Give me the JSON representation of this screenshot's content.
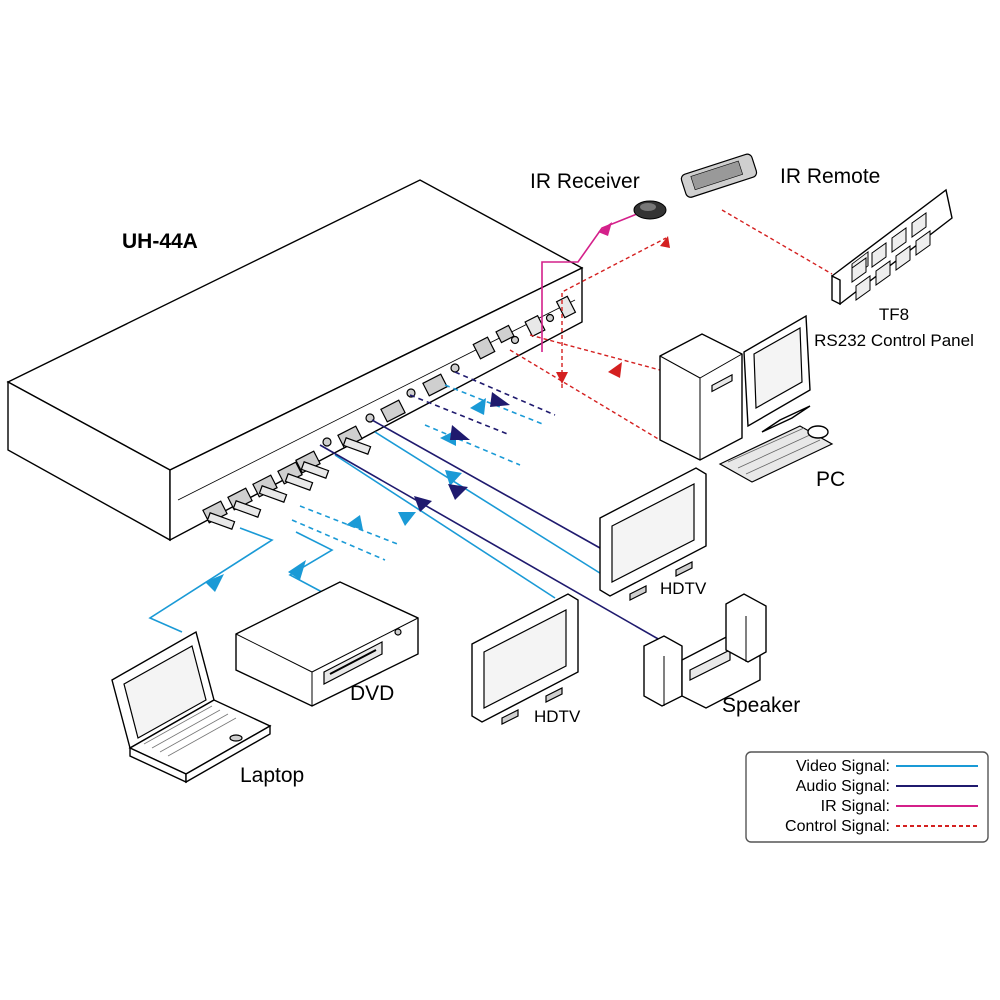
{
  "device": {
    "model": "UH-44A"
  },
  "labels": {
    "ir_receiver": "IR Receiver",
    "ir_remote": "IR Remote",
    "panel_name": "TF8",
    "panel_desc": "RS232 Control Panel",
    "pc": "PC",
    "hdtv_1": "HDTV",
    "hdtv_2": "HDTV",
    "speaker": "Speaker",
    "dvd": "DVD",
    "laptop": "Laptop"
  },
  "legend": {
    "video": "Video Signal:",
    "audio": "Audio Signal:",
    "ir": "IR  Signal:",
    "control": "Control  Signal:"
  },
  "colors": {
    "video": "#1a9ad6",
    "audio": "#1f1a6e",
    "ir": "#d4208a",
    "control": "#d42020"
  }
}
